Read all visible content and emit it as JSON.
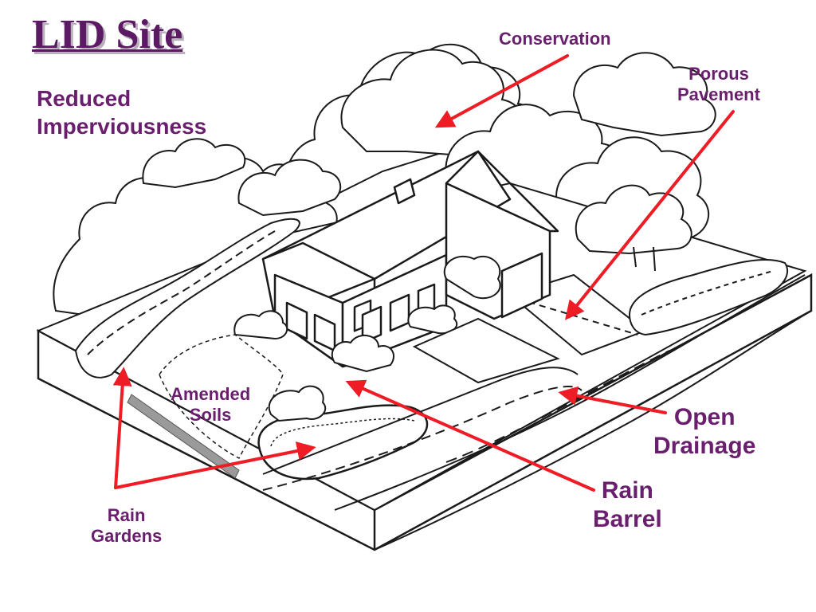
{
  "slide": {
    "title": "LID Site",
    "subtitle": [
      "Reduced",
      "Imperviousness"
    ]
  },
  "labels": {
    "conservation": "Conservation",
    "porous_pavement": [
      "Porous",
      "Pavement"
    ],
    "amended_soils": [
      "Amended",
      "Soils"
    ],
    "open_drainage": [
      "Open",
      "Drainage"
    ],
    "rain_barrel": [
      "Rain",
      "Barrel"
    ],
    "rain_gardens": [
      "Rain",
      "Gardens"
    ]
  },
  "colors": {
    "label_text": "#6a1f6e",
    "arrow": "#ee1c24",
    "line_art": "#1a1a1a"
  }
}
